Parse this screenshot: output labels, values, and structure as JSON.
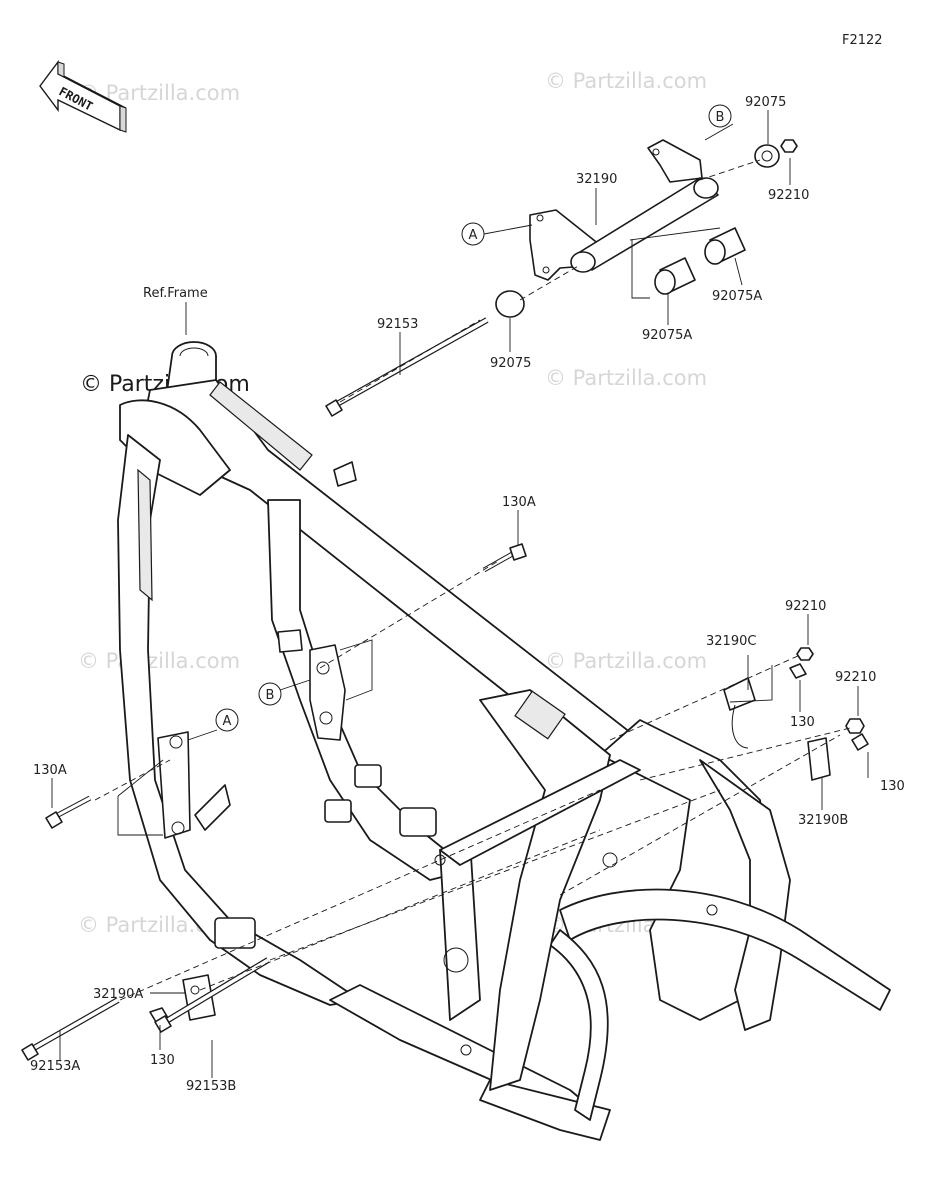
{
  "figure_code": "F2122",
  "front_label": "FRONT",
  "ref_frame_label": "Ref.Frame",
  "watermark": "© Partzilla.com",
  "callout_letters": [
    "A",
    "B"
  ],
  "part_labels": {
    "p32190": "32190",
    "p92075_top": "92075",
    "p92210_top": "92210",
    "p92075A_right": "92075A",
    "p92075A_mid": "92075A",
    "p92075_mid": "92075",
    "p92153": "92153",
    "p130A_upper": "130A",
    "p92210_a": "92210",
    "p32190C": "32190C",
    "p130_a": "130",
    "p92210_b": "92210",
    "p130_b": "130",
    "p32190B": "32190B",
    "p130A_left": "130A",
    "p32190A": "32190A",
    "p92153A": "92153A",
    "p130_c": "130",
    "p92153B": "92153B"
  }
}
